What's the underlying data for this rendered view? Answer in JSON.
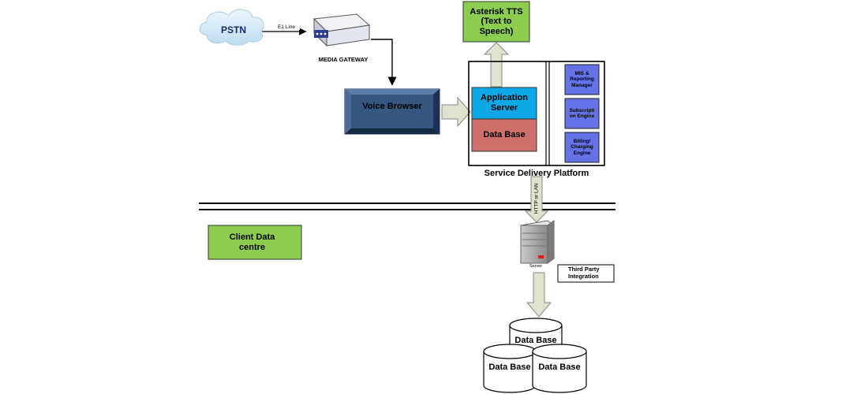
{
  "nodes": {
    "pstn": "PSTN",
    "e1_line": "E1 Line",
    "media_gateway": "MEDIA GATEWAY",
    "voice_browser": "Voice Browser",
    "asterisk_tts": "Asterisk TTS\n(Text to\nSpeech)",
    "application_server": "Application\nServer",
    "sdp_database": "Data Base",
    "mis_reporting": "MIS &\nReporting\nManager",
    "subscription_engine": "Subscripti\non Engine",
    "billing_engine": "Billing/\nCharging\nEngine",
    "service_delivery_platform": "Service Delivery Platform",
    "http_or_lan": "HTTP or LAN",
    "client_data_centre": "Client Data centre",
    "server_caption": "Server",
    "third_party_integration": "Third Party\nIntegration",
    "db_top": "Data Base",
    "db_left": "Data Base",
    "db_right": "Data Base"
  },
  "colors": {
    "green_box": "#8ccd50",
    "cloud": "#cfe6f5",
    "voice_browser": "#2f4f7f",
    "application_server": "#0fa8e6",
    "database_red": "#cd6f6a",
    "purple_box": "#6673e6",
    "arrow_fill": "#dde3cc"
  }
}
